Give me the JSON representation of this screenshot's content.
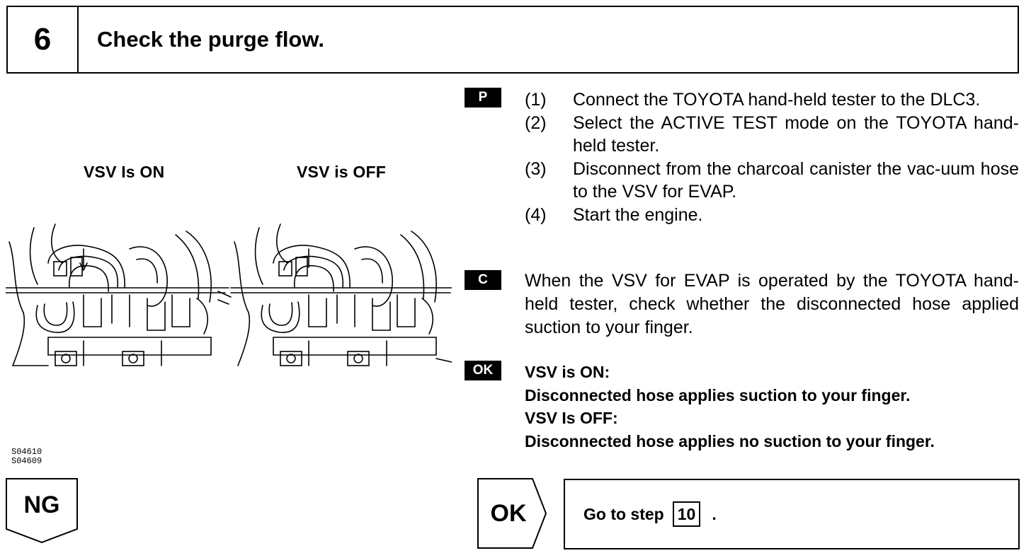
{
  "step": {
    "number": "6",
    "title": "Check the purge flow."
  },
  "figure": {
    "label_on": "VSV Is ON",
    "label_off": "VSV is OFF",
    "codes": [
      "S04610",
      "S04609"
    ]
  },
  "tags": {
    "procedure": "P",
    "check": "C",
    "ok": "OK"
  },
  "procedure_steps": [
    {
      "num": "(1)",
      "text": "Connect the TOYOTA hand-held tester to the DLC3."
    },
    {
      "num": "(2)",
      "text": "Select the ACTIVE TEST mode on the TOYOTA hand-held tester."
    },
    {
      "num": "(3)",
      "text": "Disconnect from the charcoal canister the vac-uum hose to the VSV for EVAP."
    },
    {
      "num": "(4)",
      "text": "Start the engine."
    }
  ],
  "check_text": "When the VSV for EVAP is operated by the TOYOTA hand-held tester, check whether the disconnected hose applied suction to your finger.",
  "ok_criteria": [
    "VSV is ON:",
    "Disconnected hose applies suction to your finger.",
    "VSV Is OFF:",
    "Disconnected hose applies no suction to your finger."
  ],
  "results": {
    "ng_label": "NG",
    "ok_label": "OK",
    "goto_text": "Go to step",
    "goto_step": "10",
    "goto_suffix": "."
  }
}
